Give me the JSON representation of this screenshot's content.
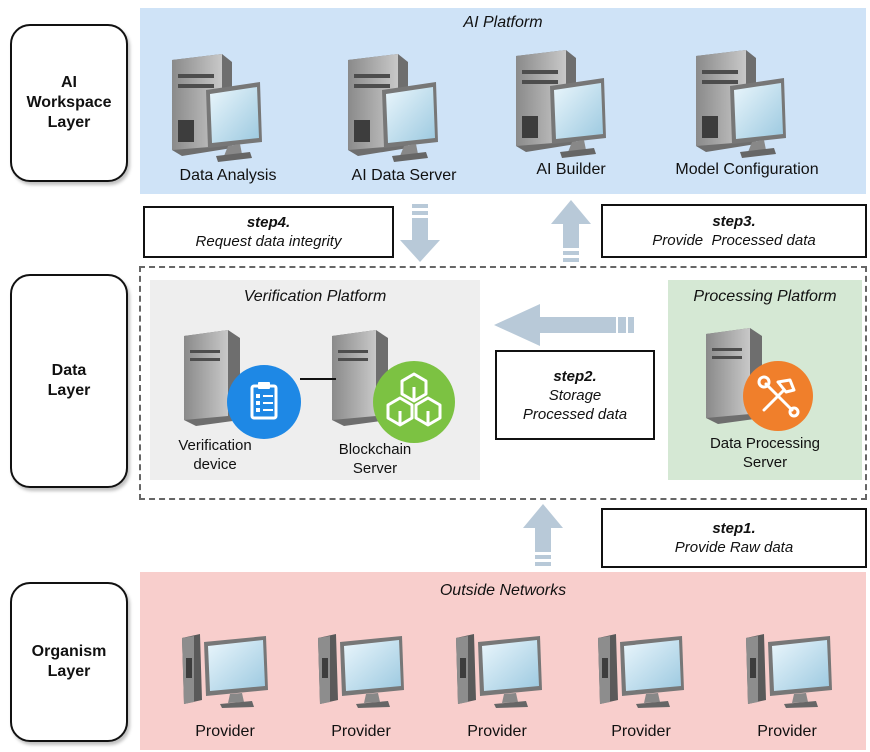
{
  "layers": {
    "ai_workspace": [
      "AI",
      "Workspace",
      "Layer"
    ],
    "data": [
      "Data",
      "Layer"
    ],
    "organism": [
      "Organism",
      "Layer"
    ]
  },
  "ai_platform": {
    "title": "AI Platform",
    "nodes": [
      "Data Analysis",
      "AI Data Server",
      "AI Builder",
      "Model Configuration"
    ]
  },
  "steps": {
    "step1": {
      "title": "step1.",
      "text": "Provide Raw data"
    },
    "step2": {
      "title": "step2.",
      "line1": "Storage",
      "line2": "Processed data"
    },
    "step3": {
      "title": "step3.",
      "text": "Provide  Processed data"
    },
    "step4": {
      "title": "step4.",
      "text": "Request data integrity"
    }
  },
  "verification_platform": {
    "title": "Verification Platform",
    "device_line1": "Verification",
    "device_line2": "device",
    "server_line1": "Blockchain",
    "server_line2": "Server"
  },
  "processing_platform": {
    "title": "Processing Platform",
    "server_line1": "Data Processing",
    "server_line2": "Server"
  },
  "outside_networks": {
    "title": "Outside Networks",
    "providers": [
      "Provider",
      "Provider",
      "Provider",
      "Provider",
      "Provider"
    ]
  },
  "colors": {
    "ai_platform_bg": "#cfe3f7",
    "processing_bg": "#d5e8d4",
    "verification_bg": "#eeeeee",
    "outside_bg": "#f8cecc",
    "arrow": "#b8c9d8",
    "verification_icon": "#1e88e5",
    "blockchain_icon": "#7cc242",
    "processing_icon": "#f07f2b"
  }
}
